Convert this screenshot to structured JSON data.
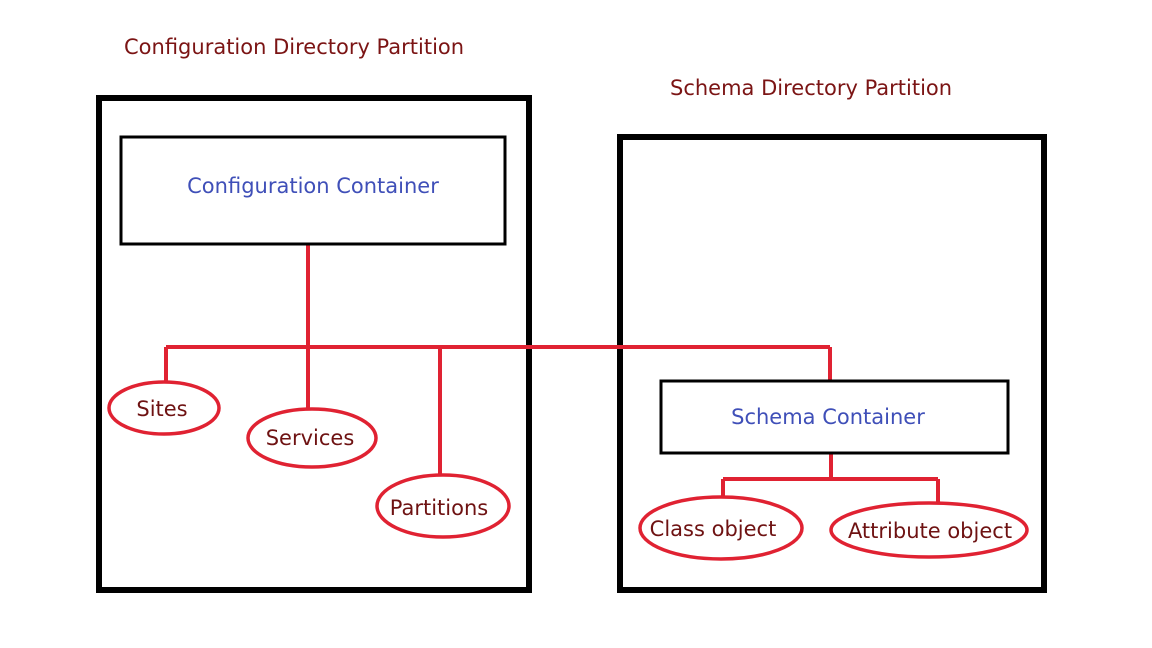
{
  "colors": {
    "partition_title": "#7b1414",
    "container_label": "#3f4fb8",
    "node_label": "#6e1212",
    "connector": "#e02232",
    "outline": "#000000"
  },
  "partitions": {
    "configuration": {
      "title": "Configuration Directory Partition",
      "container": "Configuration Container",
      "children": [
        "Sites",
        "Services",
        "Partitions"
      ]
    },
    "schema": {
      "title": "Schema Directory Partition",
      "container": "Schema Container",
      "children": [
        "Class object",
        "Attribute object"
      ]
    }
  }
}
